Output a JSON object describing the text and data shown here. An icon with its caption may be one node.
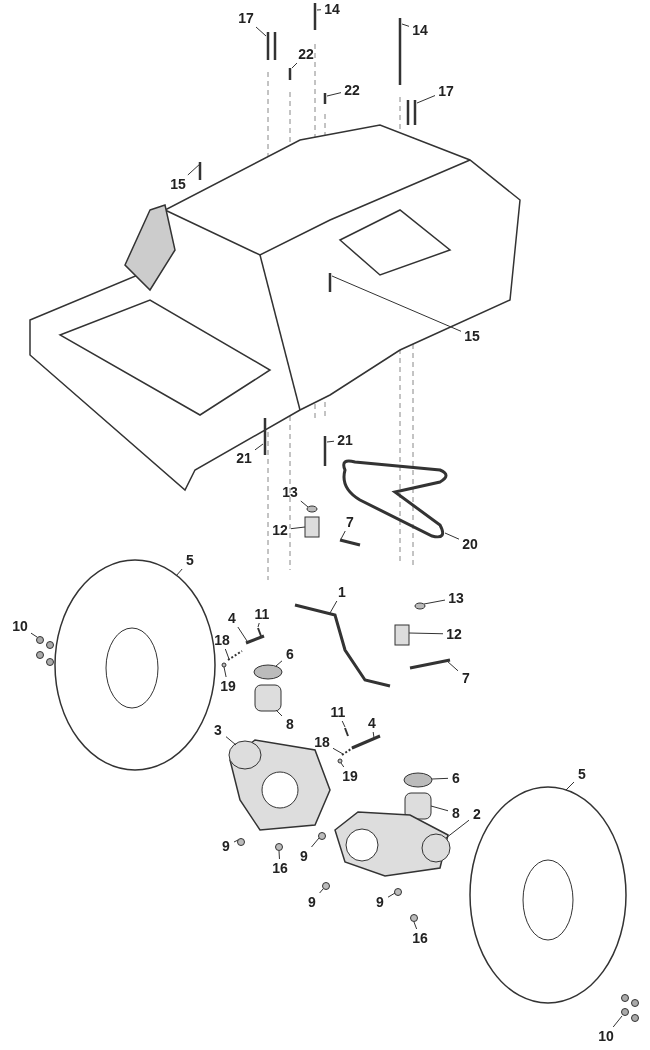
{
  "diagram": {
    "nodes": [
      {
        "text": [
          "17"
        ]
      },
      {
        "text": [
          "14"
        ]
      },
      {
        "text": [
          "14"
        ]
      },
      {
        "text": [
          "22"
        ]
      },
      {
        "text": [
          "22"
        ]
      },
      {
        "text": [
          "17"
        ]
      },
      {
        "text": [
          "15"
        ]
      },
      {
        "text": [
          "15"
        ]
      },
      {
        "text": [
          "21"
        ]
      },
      {
        "text": [
          "21"
        ]
      },
      {
        "text": [
          "13"
        ]
      },
      {
        "text": [
          "12"
        ]
      },
      {
        "text": [
          "7"
        ]
      },
      {
        "text": [
          "20"
        ]
      },
      {
        "text": [
          "5"
        ]
      },
      {
        "text": [
          "13"
        ]
      },
      {
        "text": [
          "4"
        ]
      },
      {
        "text": [
          "11"
        ]
      },
      {
        "text": [
          "1"
        ]
      },
      {
        "text": [
          "12"
        ]
      },
      {
        "text": [
          "10"
        ]
      },
      {
        "text": [
          "18"
        ]
      },
      {
        "text": [
          "6"
        ]
      },
      {
        "text": [
          "19"
        ]
      },
      {
        "text": [
          "8"
        ]
      },
      {
        "text": [
          "7"
        ]
      },
      {
        "text": [
          "11"
        ]
      },
      {
        "text": [
          "4"
        ]
      },
      {
        "text": [
          "18"
        ]
      },
      {
        "text": [
          "19"
        ]
      },
      {
        "text": [
          "3"
        ]
      },
      {
        "text": [
          "6"
        ]
      },
      {
        "text": [
          "8"
        ]
      },
      {
        "text": [
          "2"
        ]
      },
      {
        "text": [
          "5"
        ]
      },
      {
        "text": [
          "9"
        ]
      },
      {
        "text": [
          "9"
        ]
      },
      {
        "text": [
          "16"
        ]
      },
      {
        "text": [
          "9"
        ]
      },
      {
        "text": [
          "9"
        ]
      },
      {
        "text": [
          "16"
        ]
      },
      {
        "text": [
          "10"
        ]
      },
      {
        "text": [],
        "shape": "picture"
      },
      {
        "text": [],
        "shape": "picture"
      },
      {
        "text": [],
        "shape": "picture"
      },
      {
        "text": [],
        "shape": "picture"
      },
      {
        "text": [],
        "shape": "picture"
      },
      {
        "text": [],
        "shape": "picture"
      },
      {
        "text": [],
        "shape": "picture"
      },
      {
        "text": [],
        "shape": "picture"
      },
      {
        "text": [],
        "shape": "picture"
      },
      {
        "text": [],
        "shape": "picture"
      },
      {
        "text": [],
        "shape": "circle"
      },
      {
        "text": [],
        "shape": "box"
      },
      {
        "text": [],
        "shape": "picture"
      },
      {
        "text": [],
        "shape": "picture"
      },
      {
        "text": [],
        "shape": "picture"
      },
      {
        "text": [],
        "shape": "circle"
      },
      {
        "text": [],
        "shape": "picture"
      },
      {
        "text": [],
        "shape": "picture"
      },
      {
        "text": [],
        "shape": "picture"
      },
      {
        "text": [],
        "shape": "box"
      },
      {
        "text": [],
        "shape": "picture"
      },
      {
        "text": [],
        "shape": "picture"
      },
      {
        "text": [],
        "shape": "circle"
      },
      {
        "text": [],
        "shape": "circle"
      },
      {
        "text": [],
        "shape": "box"
      },
      {
        "text": [],
        "shape": "picture"
      },
      {
        "text": [],
        "shape": "picture"
      },
      {
        "text": [],
        "shape": "picture"
      },
      {
        "text": [],
        "shape": "picture"
      },
      {
        "text": [],
        "shape": "circle"
      },
      {
        "text": [],
        "shape": "picture"
      },
      {
        "text": [],
        "shape": "circle"
      },
      {
        "text": [],
        "shape": "box"
      },
      {
        "text": [],
        "shape": "picture"
      },
      {
        "text": [],
        "shape": "picture"
      },
      {
        "text": [],
        "shape": "circle"
      },
      {
        "text": [],
        "shape": "circle"
      },
      {
        "text": [],
        "shape": "circle"
      },
      {
        "text": [],
        "shape": "circle"
      },
      {
        "text": [],
        "shape": "circle"
      },
      {
        "text": [],
        "shape": "circle"
      },
      {
        "text": [],
        "shape": "picture"
      }
    ],
    "edges": [
      {
        "from": 0,
        "to": 42,
        "arrow": "none"
      },
      {
        "from": 1,
        "to": 43,
        "arrow": "none"
      },
      {
        "from": 2,
        "to": 44,
        "arrow": "none"
      },
      {
        "from": 3,
        "to": 45,
        "arrow": "none"
      },
      {
        "from": 4,
        "to": 46,
        "arrow": "none"
      },
      {
        "from": 5,
        "to": 47,
        "arrow": "none"
      },
      {
        "from": 6,
        "to": 48,
        "arrow": "none"
      },
      {
        "from": 7,
        "to": 49,
        "arrow": "none"
      },
      {
        "from": 8,
        "to": 50,
        "arrow": "none"
      },
      {
        "from": 9,
        "to": 51,
        "arrow": "none"
      },
      {
        "from": 10,
        "to": 52,
        "arrow": "none"
      },
      {
        "from": 11,
        "to": 53,
        "arrow": "none"
      },
      {
        "from": 12,
        "to": 54,
        "arrow": "none"
      },
      {
        "from": 13,
        "to": 55,
        "arrow": "none"
      },
      {
        "from": 14,
        "to": 56,
        "arrow": "none"
      },
      {
        "from": 15,
        "to": 57,
        "arrow": "none"
      },
      {
        "from": 16,
        "to": 58,
        "arrow": "none"
      },
      {
        "from": 17,
        "to": 59,
        "arrow": "none"
      },
      {
        "from": 18,
        "to": 60,
        "arrow": "none"
      },
      {
        "from": 19,
        "to": 61,
        "arrow": "none"
      },
      {
        "from": 20,
        "to": 62,
        "arrow": "none"
      },
      {
        "from": 21,
        "to": 63,
        "arrow": "none"
      },
      {
        "from": 22,
        "to": 64,
        "arrow": "none"
      },
      {
        "from": 23,
        "to": 65,
        "arrow": "none"
      },
      {
        "from": 24,
        "to": 66,
        "arrow": "none"
      },
      {
        "from": 25,
        "to": 67,
        "arrow": "none"
      },
      {
        "from": 26,
        "to": 68,
        "arrow": "none"
      },
      {
        "from": 27,
        "to": 69,
        "arrow": "none"
      },
      {
        "from": 28,
        "to": 70,
        "arrow": "none"
      },
      {
        "from": 29,
        "to": 71,
        "arrow": "none"
      },
      {
        "from": 30,
        "to": 72,
        "arrow": "none"
      },
      {
        "from": 31,
        "to": 73,
        "arrow": "none"
      },
      {
        "from": 32,
        "to": 74,
        "arrow": "none"
      },
      {
        "from": 33,
        "to": 75,
        "arrow": "none"
      },
      {
        "from": 34,
        "to": 76,
        "arrow": "none"
      },
      {
        "from": 35,
        "to": 77,
        "arrow": "none"
      },
      {
        "from": 36,
        "to": 78,
        "arrow": "none"
      },
      {
        "from": 37,
        "to": 79,
        "arrow": "none"
      },
      {
        "from": 38,
        "to": 80,
        "arrow": "none"
      },
      {
        "from": 39,
        "to": 81,
        "arrow": "none"
      },
      {
        "from": 40,
        "to": 82,
        "arrow": "none"
      },
      {
        "from": 41,
        "to": 83,
        "arrow": "none"
      }
    ]
  }
}
